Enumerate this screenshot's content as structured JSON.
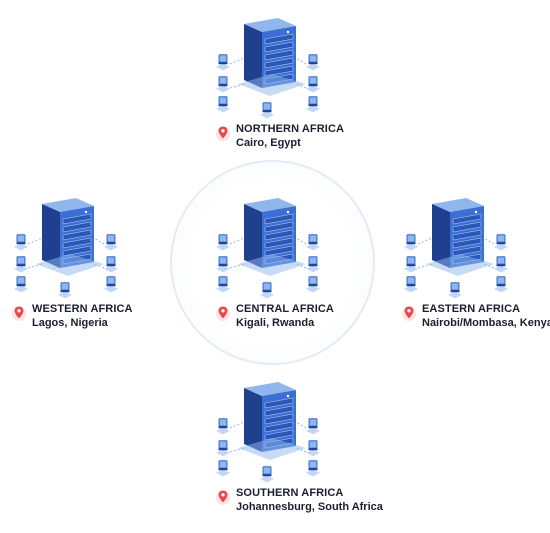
{
  "colors": {
    "pin": "#e8474a",
    "server_dark": "#1f3f8f",
    "server_mid": "#3b6fd3",
    "server_light": "#8fb7ee",
    "ring": "#e4ebf6",
    "text": "#1a1f2e"
  },
  "nodes": [
    {
      "id": "north",
      "region": "NORTHERN AFRICA",
      "city": "Cairo, Egypt",
      "icon": "location-pin-icon"
    },
    {
      "id": "west",
      "region": "WESTERN AFRICA",
      "city": "Lagos, Nigeria",
      "icon": "location-pin-icon"
    },
    {
      "id": "central",
      "region": "CENTRAL AFRICA",
      "city": "Kigali, Rwanda",
      "icon": "location-pin-icon"
    },
    {
      "id": "east",
      "region": "EASTERN AFRICA",
      "city": "Nairobi/Mombasa, Kenya",
      "icon": "location-pin-icon"
    },
    {
      "id": "south",
      "region": "SOUTHERN AFRICA",
      "city": "Johannesburg, South Africa",
      "icon": "location-pin-icon"
    }
  ]
}
